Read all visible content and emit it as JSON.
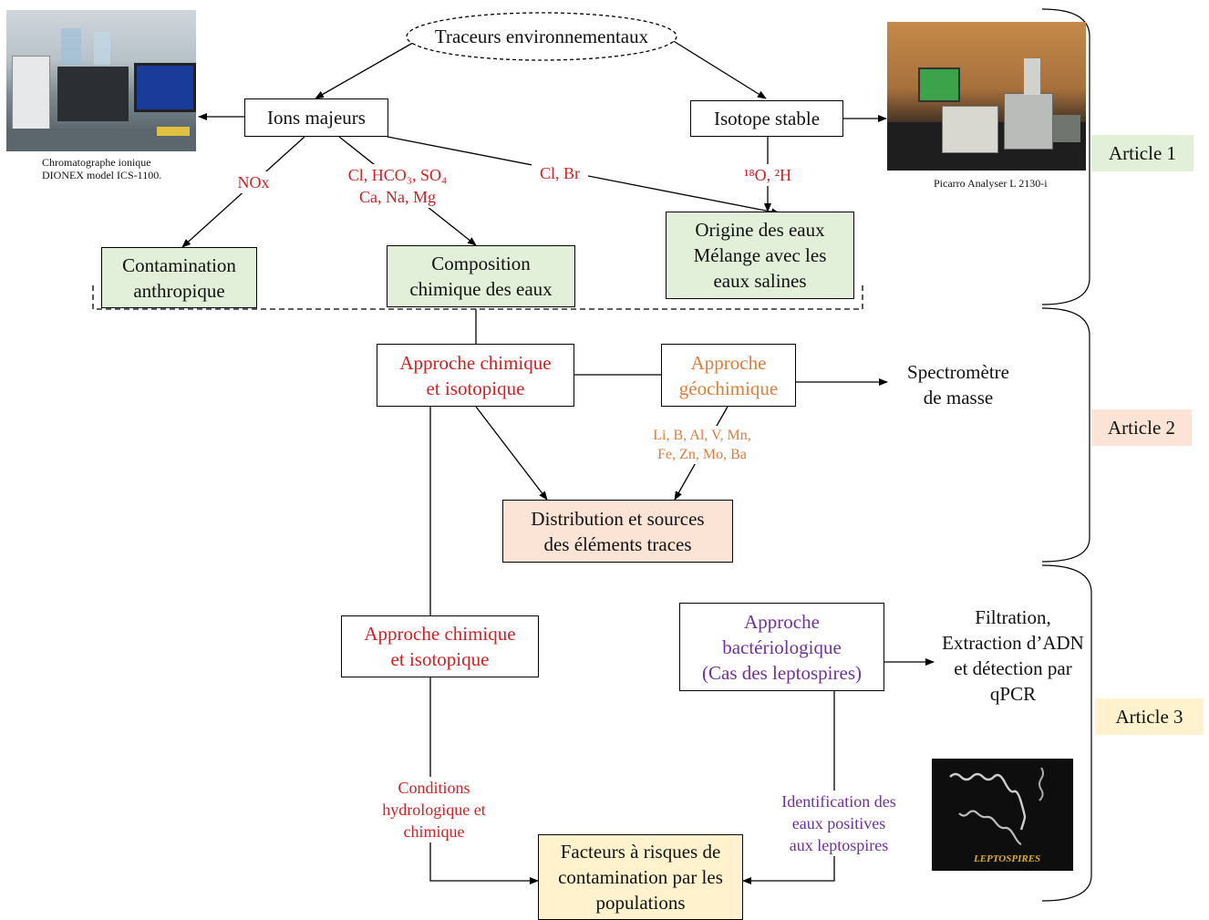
{
  "top": {
    "title": "Traceurs environnementaux"
  },
  "nodes": {
    "ions": "Ions majeurs",
    "isotope": "Isotope stable",
    "contamination": [
      "Contamination",
      "anthropique"
    ],
    "composition": [
      "Composition",
      "chimique des eaux"
    ],
    "origine": [
      "Origine des eaux",
      "Mélange avec les",
      "eaux salines"
    ],
    "approche_chim1": [
      "Approche chimique",
      "et isotopique"
    ],
    "approche_geo": [
      "Approche",
      "géochimique"
    ],
    "spectro": [
      "Spectromètre",
      "de masse"
    ],
    "distribution": [
      "Distribution et sources",
      "des éléments traces"
    ],
    "approche_chim2": [
      "Approche chimique",
      "et isotopique"
    ],
    "approche_bact": [
      "Approche",
      "bactériologique",
      "(Cas des leptospires)"
    ],
    "filtration": [
      "Filtration,",
      "Extraction d’ADN",
      "et détection par",
      "qPCR"
    ],
    "facteurs": [
      "Facteurs à risques de",
      "contamination par les",
      "populations"
    ]
  },
  "labels": {
    "nox": "NOx",
    "ions_list_1": "Cl, HCO₃, SO₄",
    "ions_list_2": "Ca, Na, Mg",
    "cl_br": "Cl, Br",
    "isotopes": "¹⁸O, ²H",
    "traces_1": "Li, B, Al, V, Mn,",
    "traces_2": "Fe, Zn, Mo, Ba",
    "conditions": [
      "Conditions",
      "hydrologique et",
      "chimique"
    ],
    "identification": [
      "Identification des",
      "eaux positives",
      "aux leptospires"
    ]
  },
  "captions": {
    "chromatographe_1": "Chromatographe ionique",
    "chromatographe_2": "DIONEX model ICS-1100.",
    "picarro": "Picarro Analyser L 2130-i",
    "leptospires": "LEPTOSPIRES"
  },
  "articles": [
    "Article 1",
    "Article 2",
    "Article 3"
  ],
  "colors": {
    "red_text": "#d21f1f",
    "orange_text": "#e07b39",
    "purple_text": "#7030a0",
    "green_fill": "#e2efd9",
    "peach_fill": "#fbe4d5",
    "yellow_fill": "#fff2cc"
  }
}
